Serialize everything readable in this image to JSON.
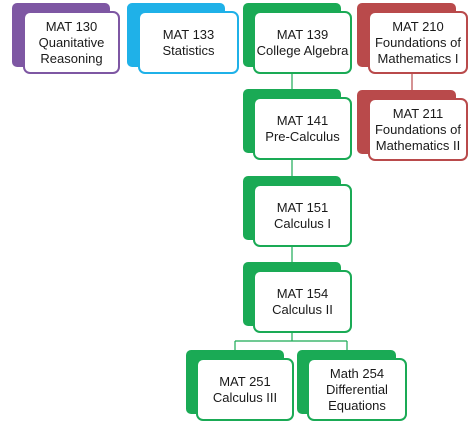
{
  "colors": {
    "purple": "#7e57a3",
    "blue": "#1fb1e8",
    "green": "#1aaa55",
    "red": "#b94a4b"
  },
  "nodes": {
    "mat130": {
      "code": "MAT 130",
      "title_lines": [
        "Quanitative",
        "Reasoning"
      ]
    },
    "mat133": {
      "code": "MAT 133",
      "title_lines": [
        "Statistics"
      ]
    },
    "mat139": {
      "code": "MAT 139",
      "title_lines": [
        "College Algebra"
      ]
    },
    "mat210": {
      "code": "MAT 210",
      "title_lines": [
        "Foundations of",
        "Mathematics I"
      ]
    },
    "mat141": {
      "code": "MAT 141",
      "title_lines": [
        "Pre-Calculus"
      ]
    },
    "mat211": {
      "code": "MAT 211",
      "title_lines": [
        "Foundations of",
        "Mathematics II"
      ]
    },
    "mat151": {
      "code": "MAT 151",
      "title_lines": [
        "Calculus I"
      ]
    },
    "mat154": {
      "code": "MAT 154",
      "title_lines": [
        "Calculus II"
      ]
    },
    "mat251": {
      "code": "MAT 251",
      "title_lines": [
        "Calculus III"
      ]
    },
    "math254": {
      "code": "Math 254",
      "title_lines": [
        "Differential",
        "Equations"
      ]
    }
  }
}
